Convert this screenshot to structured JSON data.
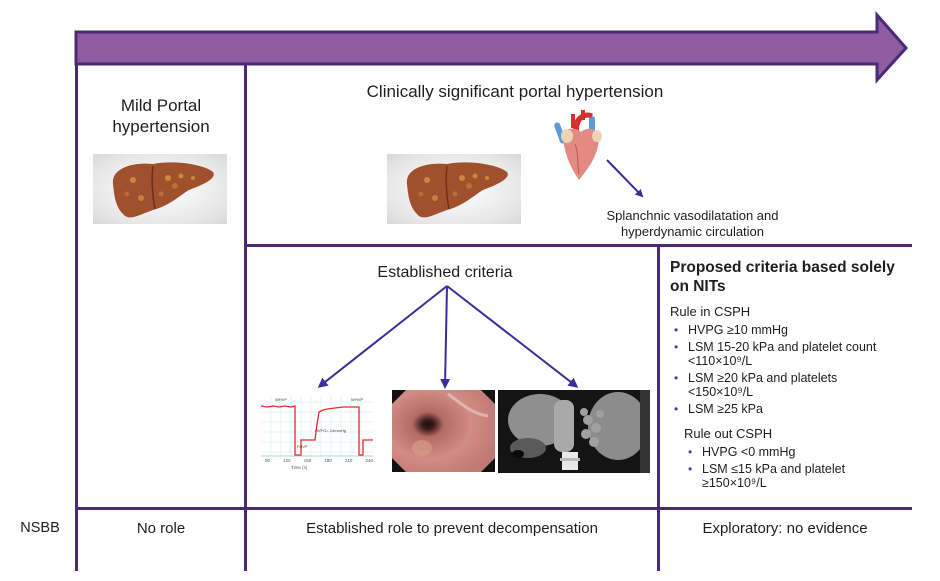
{
  "timeline_arrow": {
    "icon": "progression-arrow-icon",
    "color": "#8e5ca0",
    "border_color": "#4a2a73"
  },
  "columns": {
    "mild": {
      "title": "Mild Portal hypertension",
      "title_line1": "Mild Portal",
      "title_line2": "hypertension",
      "image": "cirrhotic-liver-image"
    },
    "cs": {
      "title": "Clinically significant portal hypertension",
      "image_liver": "cirrhotic-liver-image",
      "image_heart": "heart-image",
      "caption_line1": "Splanchnic vasodilatation and",
      "caption_line2": "hyperdynamic circulation"
    }
  },
  "established": {
    "title": "Established criteria",
    "images": [
      "hvpg-pressure-tracing",
      "endoscopy-varices-image",
      "ct-scan-image"
    ],
    "tracing": {
      "label_wedged": "WHVP",
      "label_free": "FHVP",
      "label_gradient": "HVPG= 24mmHg",
      "x_ticks": [
        "90",
        "120",
        "150",
        "180",
        "210",
        "240"
      ],
      "x_label": "Time (s)"
    }
  },
  "proposed": {
    "title_line1": "Proposed criteria based solely",
    "title_line2": "on NITs",
    "rule_in": {
      "label": "Rule in CSPH",
      "items": [
        "HVPG ≥10 mmHg",
        "LSM 15-20 kPa and platelet count <110×10⁹/L",
        "LSM ≥20 kPa and platelets <150×10⁹/L",
        "LSM ≥25 kPa"
      ]
    },
    "rule_out": {
      "label": "Rule out CSPH",
      "items": [
        "HVPG <0 mmHg",
        "LSM ≤15 kPa and platelet ≥150×10⁹/L"
      ]
    }
  },
  "nsbb_row": {
    "label": "NSBB",
    "mild": "No role",
    "established": "Established role to prevent decompensation",
    "proposed": "Exploratory: no evidence"
  }
}
